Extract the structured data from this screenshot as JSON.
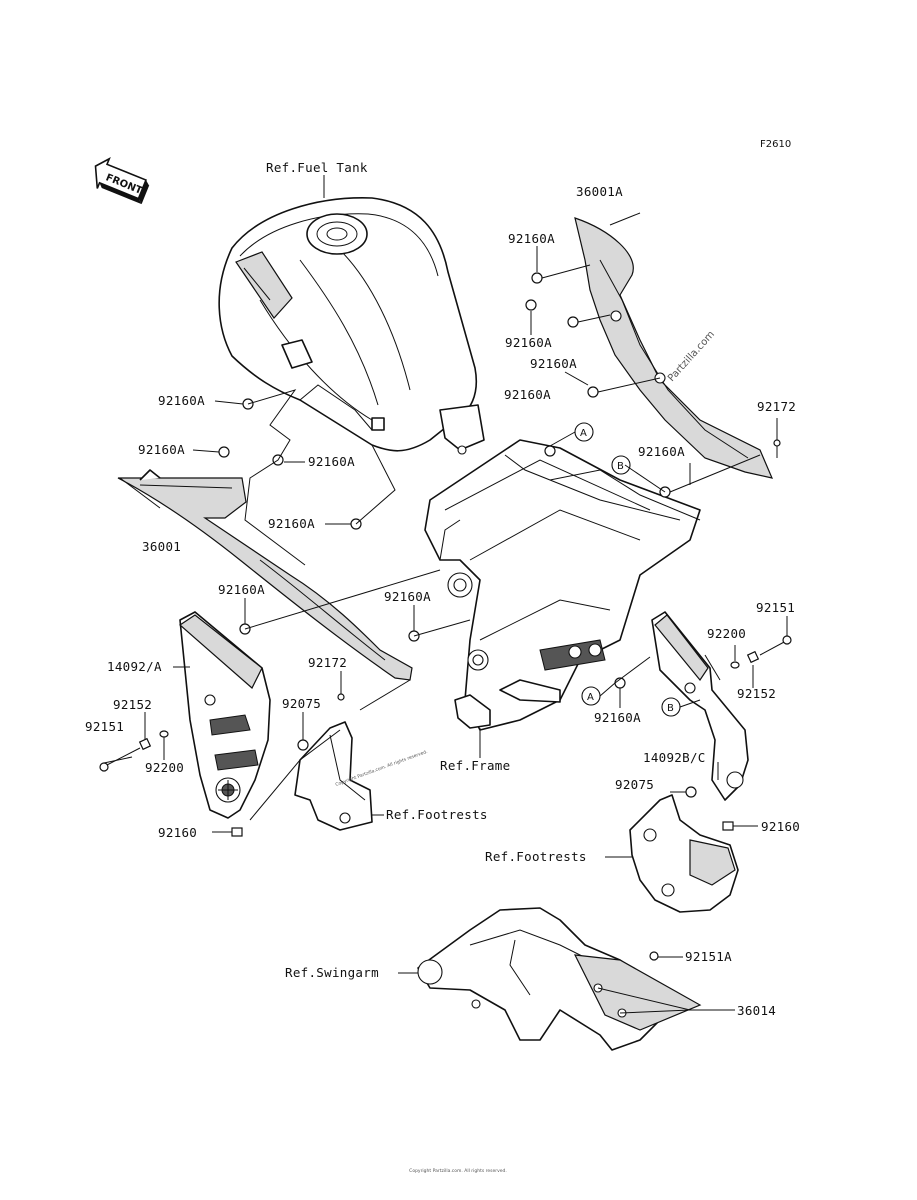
{
  "figure_code": "F2610",
  "front_label": "FRONT",
  "watermark": "Partzilla.com",
  "references": {
    "fuel_tank": "Ref.Fuel Tank",
    "frame": "Ref.Frame",
    "footrests_left": "Ref.Footrests",
    "footrests_right": "Ref.Footrests",
    "swingarm": "Ref.Swingarm"
  },
  "markers": {
    "a": "A",
    "b": "B"
  },
  "parts": {
    "p36001A": "36001A",
    "p36001": "36001",
    "p92160A": "92160A",
    "p92172": "92172",
    "p92151": "92151",
    "p92200": "92200",
    "p92152": "92152",
    "p14092A": "14092/A",
    "p14092BC": "14092B/C",
    "p92075": "92075",
    "p92160": "92160",
    "p92151A": "92151A",
    "p36014": "36014"
  },
  "copyright": "Copyright Partzilla.com. All rights reserved."
}
